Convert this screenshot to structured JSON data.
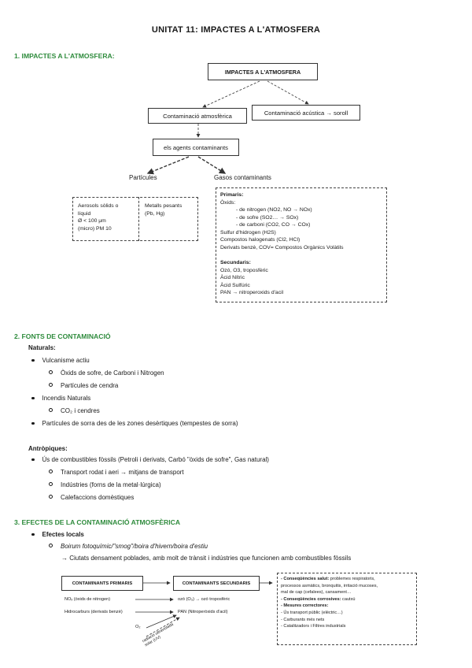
{
  "title": "UNITAT 11: IMPACTES A L'ATMOSFERA",
  "section1": {
    "heading": "1.   IMPACTES A L'ATMOSFERA:",
    "diagram": {
      "root": "IMPACTES A L'ATMOSFERA",
      "atmos": "Contaminació atmosfèrica",
      "acoustic": "Contaminació acústica → soroll",
      "agents": "els agents contaminants",
      "particles": "Partícules",
      "gases": "Gasos contaminants",
      "aerosols": [
        "Aerosols sòlids o",
        "líquid",
        "Ø < 100 μm",
        "(micro) PM 10"
      ],
      "metals": [
        "Metalls pesants",
        "(Pb, Hg)"
      ],
      "primary_head": "Primaris:",
      "primary": [
        "Òxids:",
        "- de nitrogen (NO2, NO → NOx)",
        "- de sofre (SO2… → SOx)",
        "- de carboni (CO2, CO → COx)",
        "Sulfur d'hidrogen (H2S)",
        "Compostos halogenats (Cl2, HCl)",
        "Derivats benzè, COV= Compostos Orgànics Volàtils"
      ],
      "secondary_head": "Secundaris:",
      "secondary": [
        "Ozó, O3, troposfèric",
        "Àcid Nítric",
        "Àcid Sulfúric",
        "PAN → nitroperoxids d'acil"
      ]
    }
  },
  "section2": {
    "heading": "2.   FONTS DE CONTAMINACIÓ",
    "natural_head": "Naturals:",
    "natural": [
      {
        "text": "Vulcanisme actiu",
        "sub": [
          "Òxids de sofre, de Carboni i Nitrogen",
          "Partícules de cendra"
        ]
      },
      {
        "text": "Incendis Naturals",
        "sub": [
          "CO₂ i cendres"
        ]
      },
      {
        "text": "Partícules de sorra des de les zones desèrtiques (tempestes de sorra)",
        "sub": []
      }
    ],
    "anthropic_head": "Antròpiques:",
    "anthropic": {
      "text": "Ús de combustibles fòssils (Petroli i derivats, Carbó \"òxids de sofre\", Gas natural)",
      "sub": [
        "Transport rodat i aeri → mitjans de transport",
        "Indústries (forns de la metal·lúrgica)",
        "Calefaccions domèstiques"
      ]
    }
  },
  "section3": {
    "heading": "3.   EFECTES DE LA CONTAMINACIÓ ATMOSFÈRICA",
    "local": "Efectes locals",
    "smog": "Boirum fotoquímic/\"smog\"/boira d'hivern/boira d'estiu",
    "desc": "→ Ciutats densament poblades, amb molt de trànsit i indústries que funcionen amb combustibles fòssils",
    "primaris_box": "CONTAMINANTS PRIMARIS",
    "secundaris_box": "CONTAMINANTS SECUNDARIS",
    "row1_left": "NOₓ (òxids de nitrogen)",
    "row1_right": "ozó (O₃) → ozó troposfèric",
    "row2_left": "Hidrocarburs (derivats benzè)",
    "row2_right": "PAN (Nitroperòxids d'acil)",
    "o2": "O₂",
    "rotated": [
      "radiació ultraviolada",
      "solar (UV)"
    ],
    "box_lines": [
      {
        "bold": "- Conseqüències salut:",
        "rest": " problemes respiratoris,"
      },
      {
        "bold": "",
        "rest": "processos asmàtics, bronquitis, irritació mucoses,"
      },
      {
        "bold": "",
        "rest": "mal de cap (cefalees), cansament…"
      },
      {
        "bold": "- Conseqüències corrosives:",
        "rest": " cautxú"
      },
      {
        "bold": "- Mesures correctores:",
        "rest": ""
      },
      {
        "bold": "",
        "rest": "- Ús transport públic (elèctric…)"
      },
      {
        "bold": "",
        "rest": "- Carburants més nets"
      },
      {
        "bold": "",
        "rest": "- Catalitzadors i Filtres industrials"
      }
    ],
    "arrow_glyph": "→"
  }
}
